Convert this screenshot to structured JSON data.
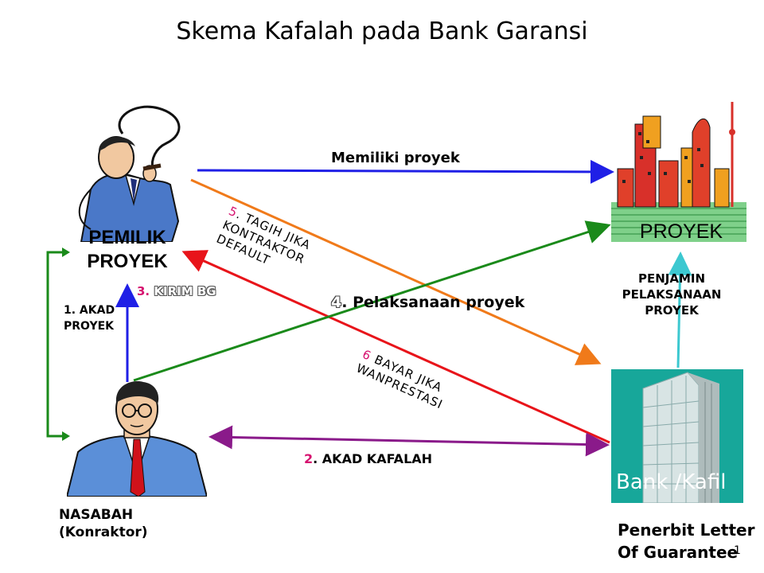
{
  "title": "Skema Kafalah pada Bank Garansi",
  "actors": {
    "owner_line1": "PEMILIK",
    "owner_line2": "PROYEK",
    "client_line1": "NASABAH",
    "client_line2": "(Konraktor)",
    "project": "PROYEK",
    "bank": "Bank /Kafil",
    "bank_caption_line1": "Penerbit Letter",
    "bank_caption_line2": "Of Guarantee",
    "page_number": "1"
  },
  "labels": {
    "memiliki": "Memiliki proyek",
    "akad_proyek_line1": "1. AKAD",
    "akad_proyek_line2": "PROYEK",
    "akad_kafalah_num": "2",
    "akad_kafalah_text": ". AKAD KAFALAH",
    "kirim_num": "3.",
    "kirim_text": " KIRIM BG",
    "pelaksanaan_num": "4",
    "pelaksanaan_text": ". Pelaksanaan proyek",
    "tagih_num": "5",
    "tagih_line1": ". TAGIH JIKA",
    "tagih_line2": "KONTRAKTOR",
    "tagih_line3": "DEFAULT",
    "bayar_num": "6",
    "bayar_line1": " BAYAR JIKA",
    "bayar_line2": "WANPRESTASI",
    "penjamin_line1": "PENJAMIN",
    "penjamin_line2": "PELAKSANAAN",
    "penjamin_line3": "PROYEK"
  },
  "colors": {
    "blue_arrow": "#1f1fe6",
    "orange_arrow": "#f07a1a",
    "red_arrow": "#e8141a",
    "green_arrow": "#1a8a1a",
    "purple_arrow": "#8a1a8a",
    "cyan_arrow": "#3cc8d0",
    "number_pink": "#d6126f"
  }
}
